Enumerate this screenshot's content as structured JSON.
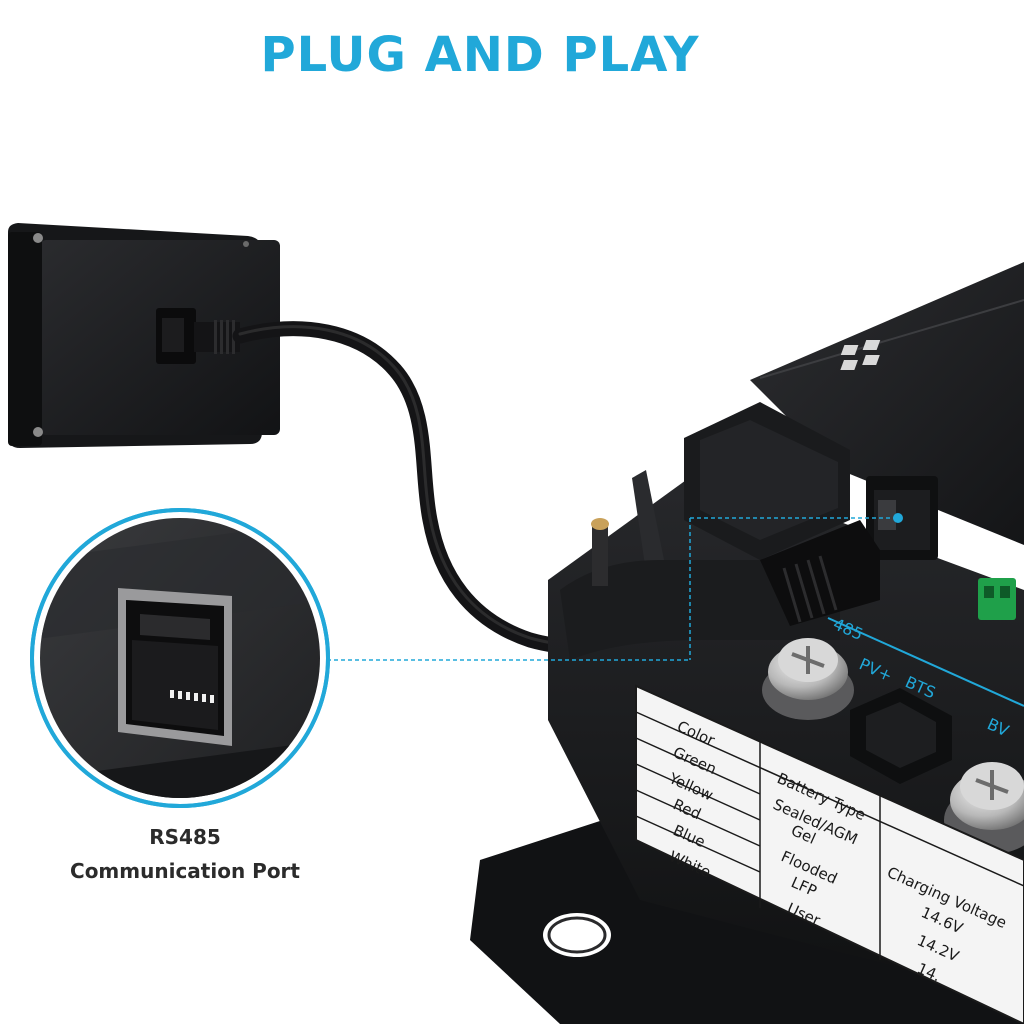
{
  "headline": "PLUG AND PLAY",
  "callout": {
    "title": "RS485",
    "subtitle": "Communication Port"
  },
  "port_labels": [
    "485",
    "PV+",
    "BTS",
    "BV"
  ],
  "label_table": {
    "colors": [
      "Color",
      "Green",
      "Yellow",
      "Red",
      "Blue",
      "White"
    ],
    "battery_types": [
      "Battery Type",
      "Sealed/AGM",
      "Gel",
      "Flooded",
      "LFP",
      "User"
    ],
    "voltage_header": "Charging Voltage",
    "voltages": [
      "14.6V",
      "14.2V",
      "14."
    ]
  },
  "colors": {
    "accent": "#21a8d9",
    "device": "#1d1e20",
    "label_text": "#2b2b2b"
  }
}
